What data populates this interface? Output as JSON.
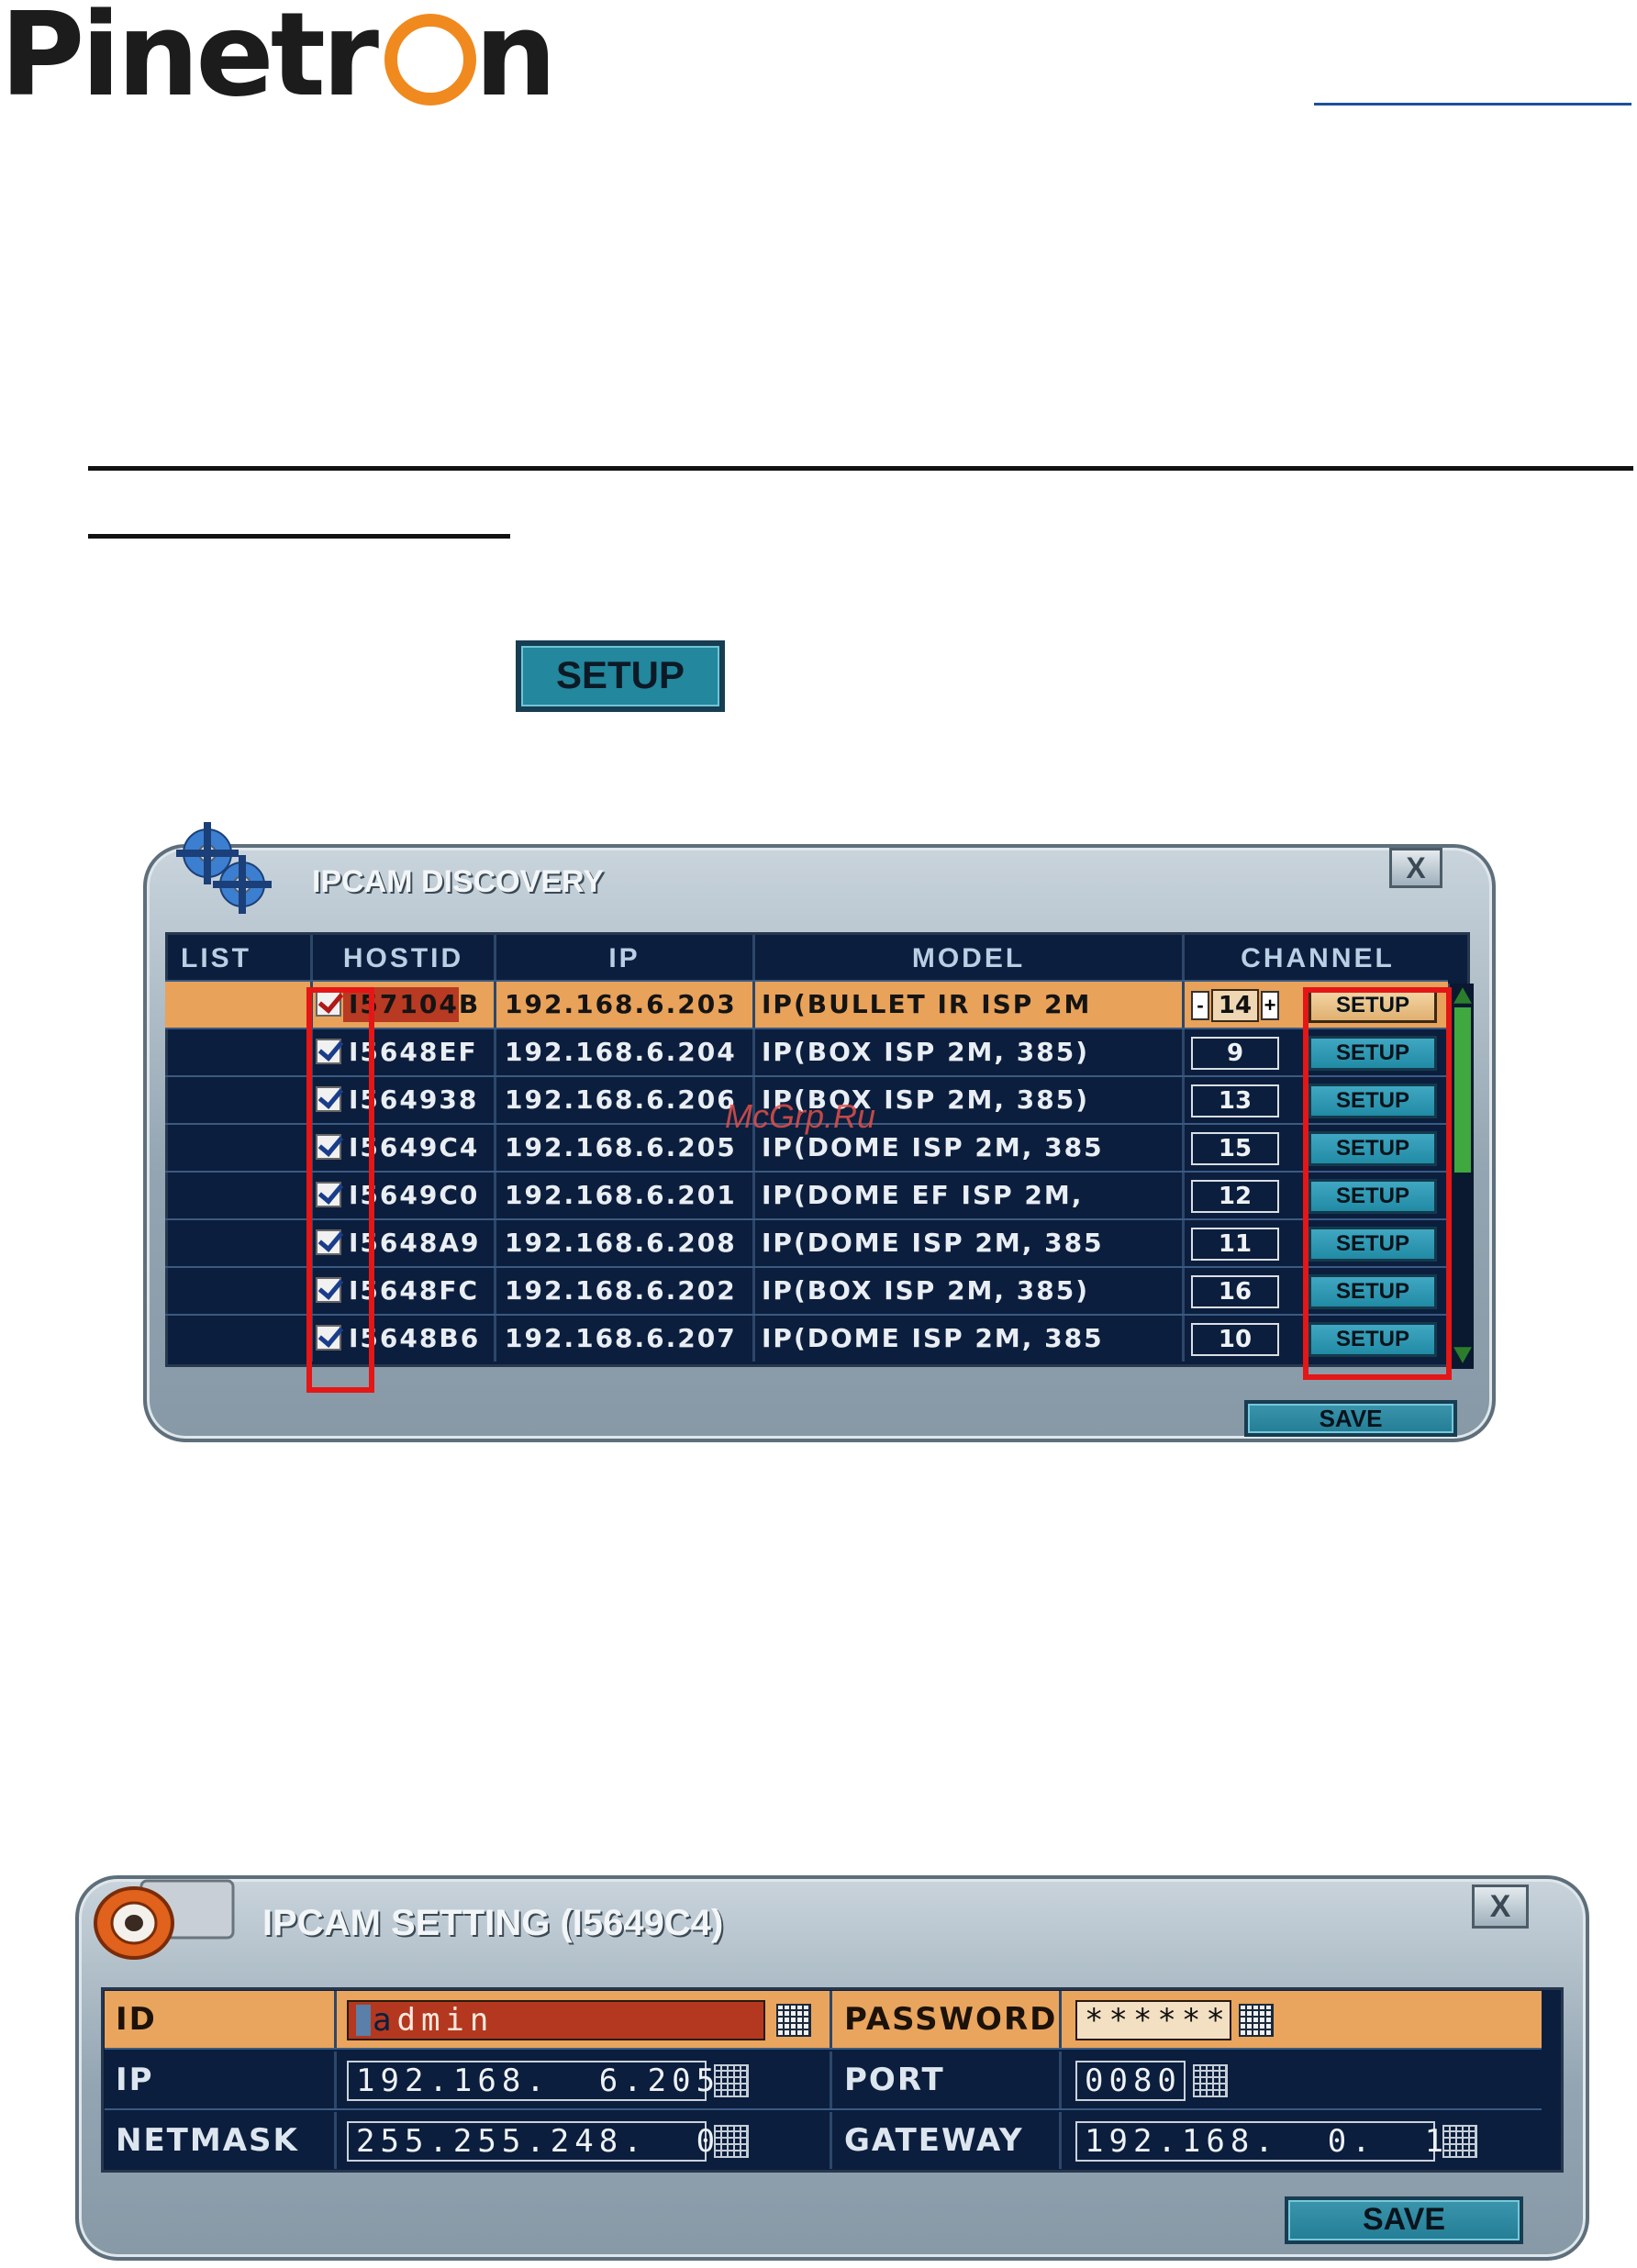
{
  "brand": {
    "logo_text_pre": "Pinetr",
    "logo_text_o": "o",
    "logo_text_post": "n"
  },
  "setup_button": {
    "label": "SETUP"
  },
  "discovery": {
    "title": "IPCAM DISCOVERY",
    "close": "X",
    "list_label": "LIST",
    "columns": [
      "HOSTID",
      "IP",
      "MODEL",
      "CHANNEL"
    ],
    "rows": [
      {
        "hostid": "I57104B",
        "ip": "192.168.6.203",
        "model": "IP(BULLET IR ISP 2M",
        "channel": "14",
        "setup": "SETUP",
        "checked": true,
        "selected": true
      },
      {
        "hostid": "I5648EF",
        "ip": "192.168.6.204",
        "model": "IP(BOX ISP 2M, 385)",
        "channel": "9",
        "setup": "SETUP",
        "checked": true,
        "selected": false
      },
      {
        "hostid": "I564938",
        "ip": "192.168.6.206",
        "model": "IP(BOX ISP 2M, 385)",
        "channel": "13",
        "setup": "SETUP",
        "checked": true,
        "selected": false
      },
      {
        "hostid": "I5649C4",
        "ip": "192.168.6.205",
        "model": "IP(DOME ISP 2M, 385",
        "channel": "15",
        "setup": "SETUP",
        "checked": true,
        "selected": false
      },
      {
        "hostid": "I5649C0",
        "ip": "192.168.6.201",
        "model": "IP(DOME EF ISP 2M,",
        "channel": "12",
        "setup": "SETUP",
        "checked": true,
        "selected": false
      },
      {
        "hostid": "I5648A9",
        "ip": "192.168.6.208",
        "model": "IP(DOME ISP 2M, 385",
        "channel": "11",
        "setup": "SETUP",
        "checked": true,
        "selected": false
      },
      {
        "hostid": "I5648FC",
        "ip": "192.168.6.202",
        "model": "IP(BOX ISP 2M, 385)",
        "channel": "16",
        "setup": "SETUP",
        "checked": true,
        "selected": false
      },
      {
        "hostid": "I5648B6",
        "ip": "192.168.6.207",
        "model": "IP(DOME ISP 2M, 385",
        "channel": "10",
        "setup": "SETUP",
        "checked": true,
        "selected": false
      }
    ],
    "stepper_minus": "-",
    "stepper_plus": "+",
    "save": "SAVE",
    "watermark": "McGrp.Ru"
  },
  "setting": {
    "title": "IPCAM SETTING (I5649C4)",
    "close": "X",
    "labels": {
      "id": "ID",
      "password": "PASSWORD",
      "ip": "IP",
      "port": "PORT",
      "netmask": "NETMASK",
      "gateway": "GATEWAY"
    },
    "values": {
      "id": "dmin",
      "id_first_char": "a",
      "password": "******",
      "ip": "192.168.  6.205",
      "port": "0080",
      "netmask": "255.255.248.  0",
      "gateway": "192.168.  0.  1"
    },
    "save": "SAVE"
  },
  "colors": {
    "logo_orange": "#f08a1e",
    "panel_navy": "#0c1e3d",
    "selected_row": "#e8a25a",
    "button_teal": "#23879d",
    "highlight_red": "#e41616",
    "link_blue": "#1d4f9e"
  }
}
